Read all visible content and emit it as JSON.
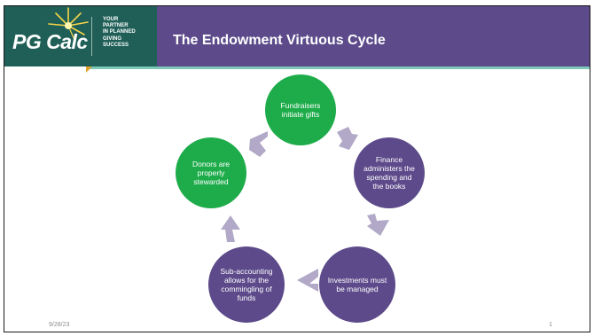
{
  "header": {
    "logo_text": "PG Calc",
    "tagline": "YOUR\nPARTNER\nIN PLANNED\nGIVING\nSUCCESS",
    "title": "The Endowment Virtuous Cycle"
  },
  "colors": {
    "header_purple": "#5c4a8a",
    "logo_teal": "#1f5f57",
    "node_green": "#1eac4b",
    "node_purple": "#5c4a8a",
    "arrow_gray": "#b1a9c7",
    "accent_gold": "#e0a12c",
    "accent_mint": "#7ec8b8"
  },
  "cycle": {
    "nodes": [
      {
        "label": "Fundraisers initiate gifts"
      },
      {
        "label": "Finance administers the spending and the books"
      },
      {
        "label": "Investments must be managed"
      },
      {
        "label": "Sub-accounting allows for the commingling of funds"
      },
      {
        "label": "Donors are properly stewarded"
      }
    ]
  },
  "footer": {
    "date": "9/28/23",
    "page_number": "1"
  }
}
